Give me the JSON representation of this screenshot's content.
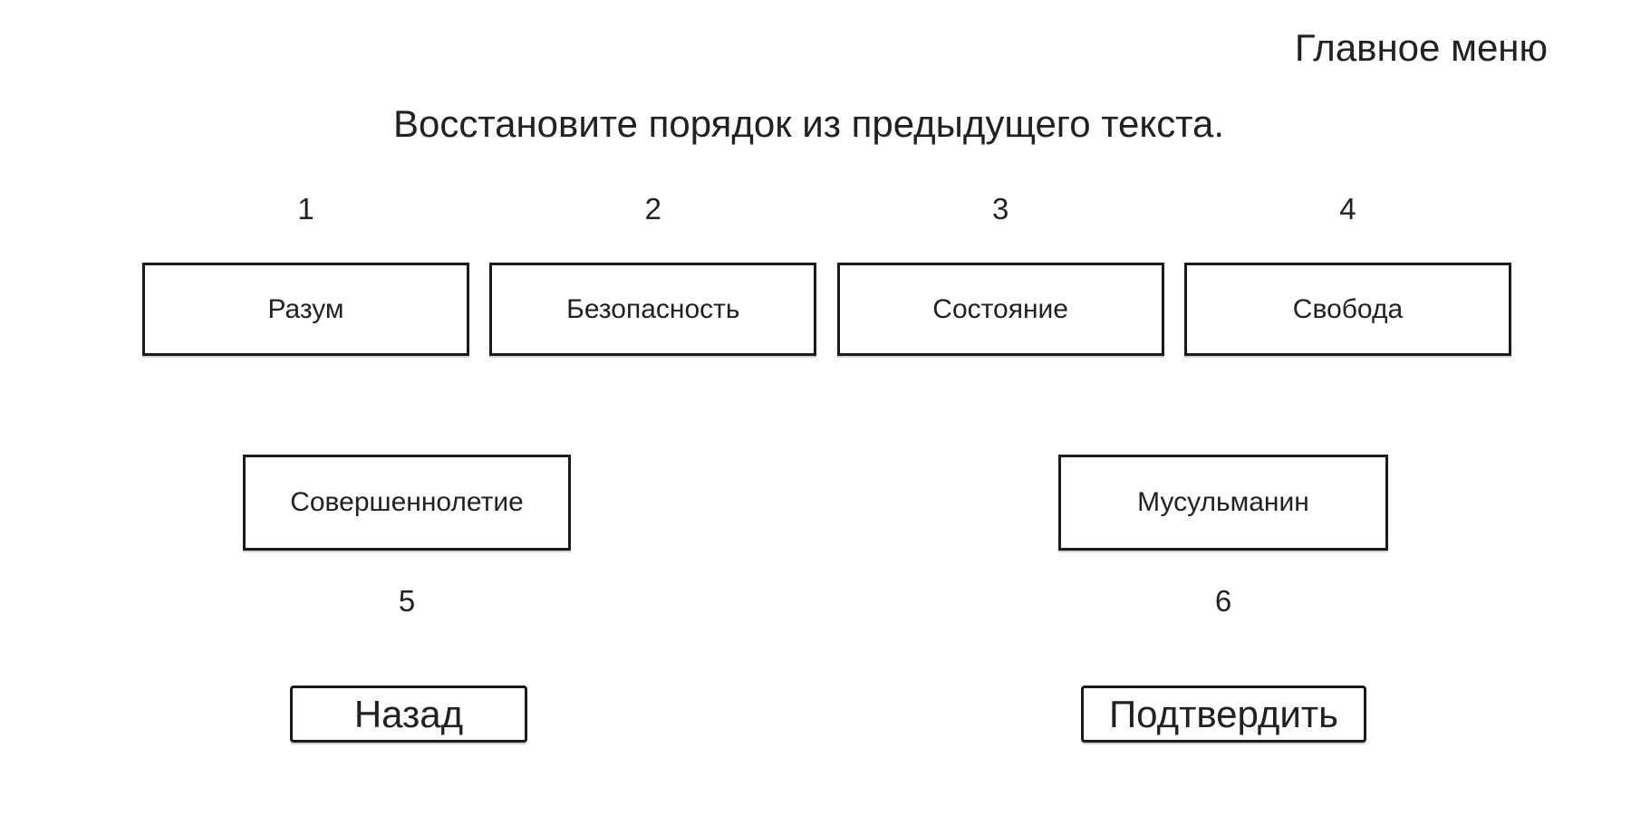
{
  "header": {
    "menu_link": "Главное меню"
  },
  "instruction": "Восстановите порядок из предыдущего текста.",
  "slots": [
    {
      "number": "1",
      "word": "Разум"
    },
    {
      "number": "2",
      "word": "Безопасность"
    },
    {
      "number": "3",
      "word": "Состояние"
    },
    {
      "number": "4",
      "word": "Свобода"
    }
  ],
  "tiles": [
    {
      "number": "5",
      "word": "Совершеннолетие"
    },
    {
      "number": "6",
      "word": "Мусульманин"
    }
  ],
  "buttons": {
    "back": "Назад",
    "confirm": "Подтвердить"
  },
  "colors": {
    "background": "#ffffff",
    "text": "#212121",
    "border": "#1b1b1b"
  }
}
